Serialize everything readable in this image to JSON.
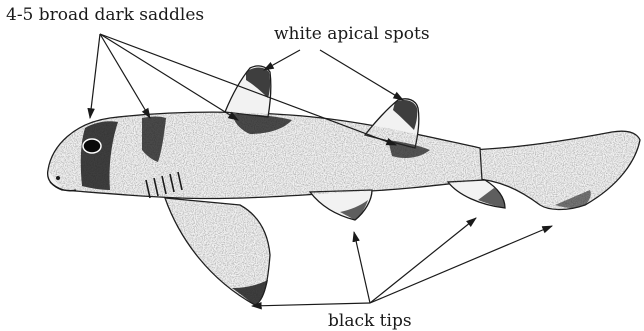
{
  "labels": {
    "saddles": "4-5 broad dark saddles",
    "apical_spots": "white apical spots",
    "black_tips": "black tips"
  },
  "colors": {
    "ink": "#1a1a1a",
    "stipple": "#2b2b2b",
    "body_fill": "#f2f2f2",
    "background": "#ffffff"
  }
}
